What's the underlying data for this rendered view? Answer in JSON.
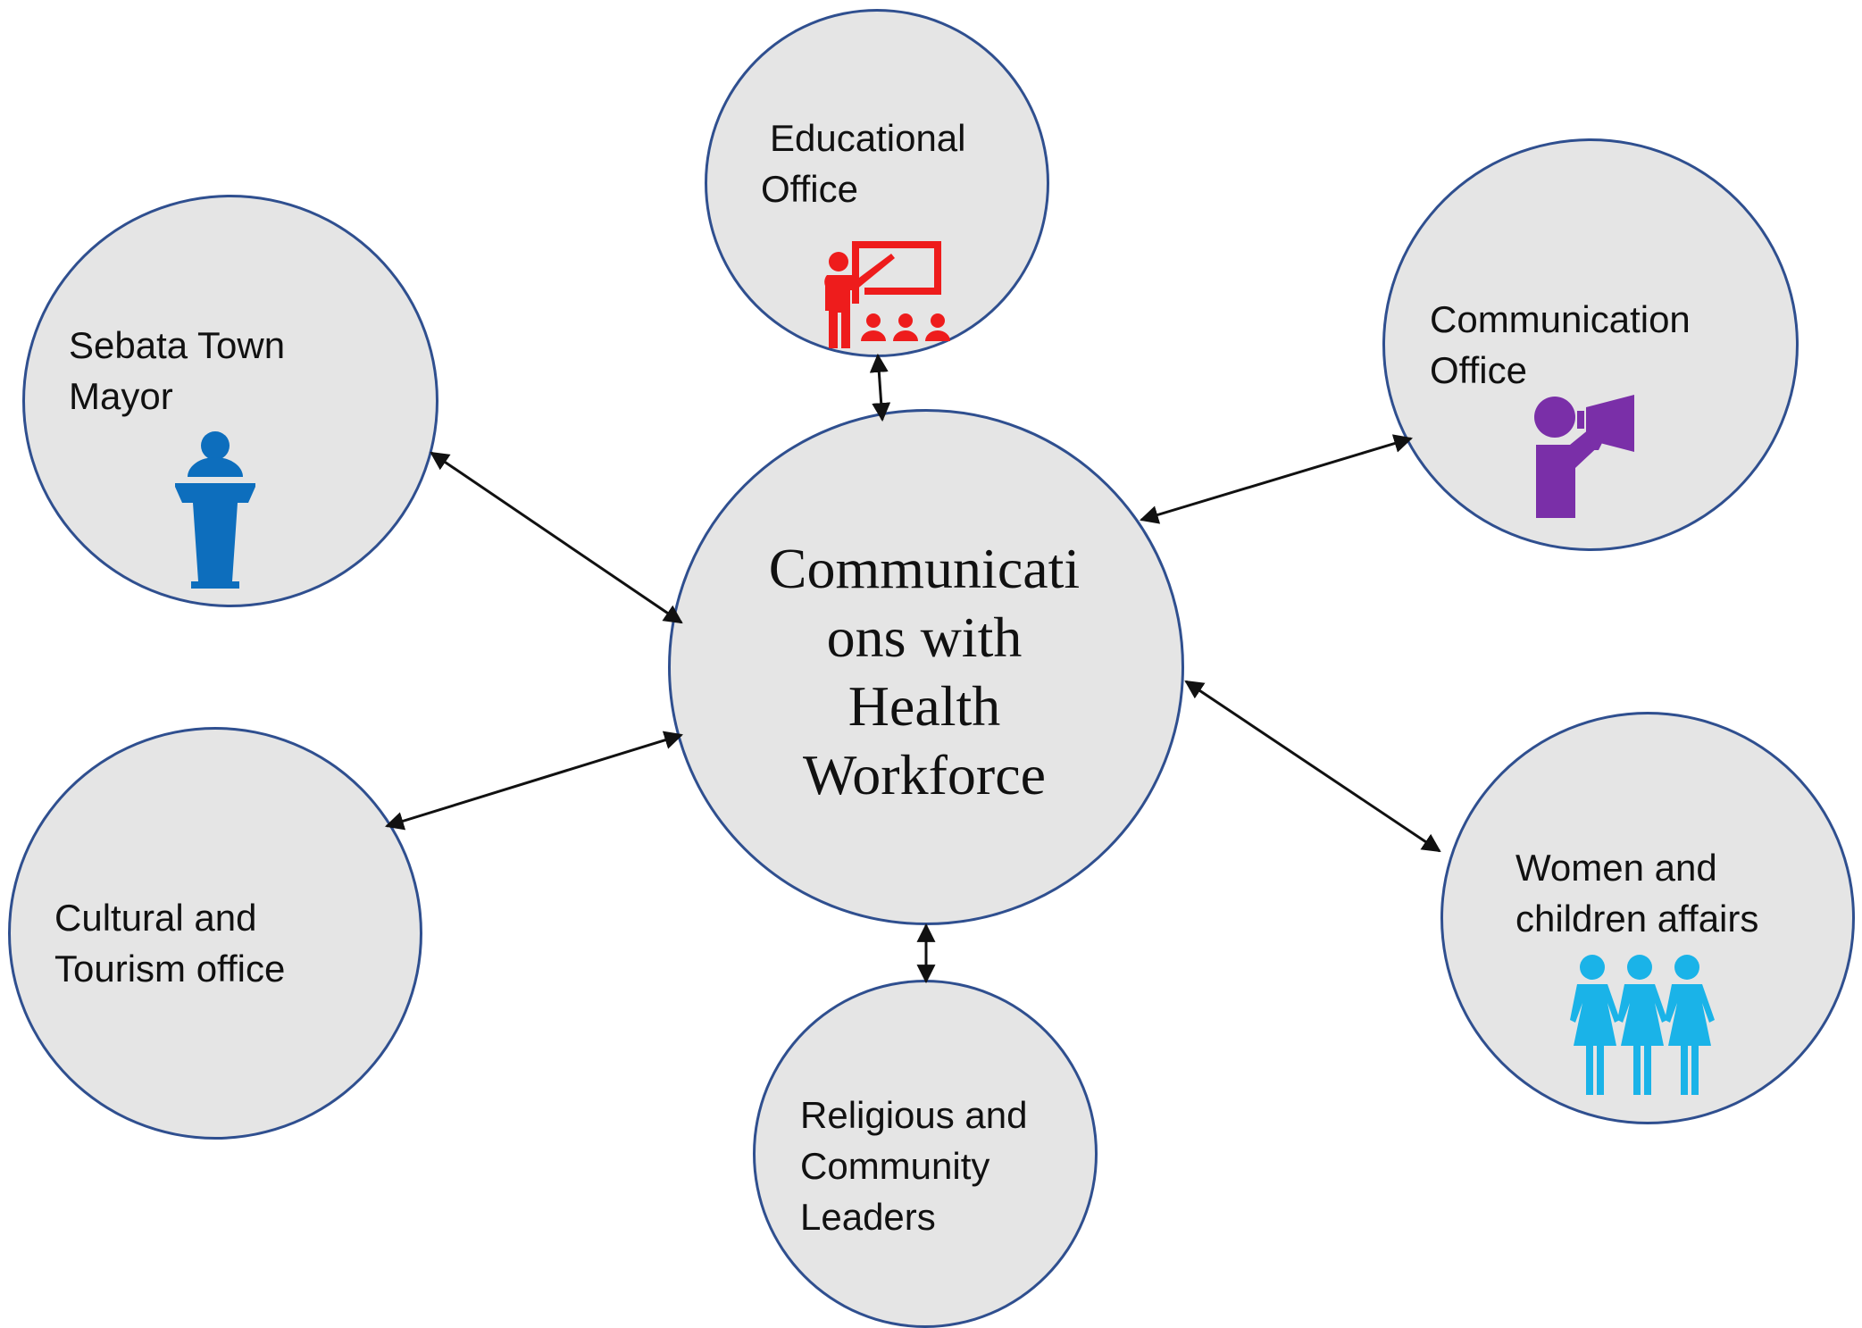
{
  "center": {
    "lines": [
      "Communicati",
      "ons with",
      "Health",
      "Workforce"
    ]
  },
  "nodes": {
    "educational": {
      "lines": [
        "Educational",
        "Office"
      ],
      "icon": "teacher-presentation-icon",
      "icon_color": "#ee1c1c"
    },
    "mayor": {
      "lines": [
        "Sebata Town",
        "Mayor"
      ],
      "icon": "podium-speaker-icon",
      "icon_color": "#0d6ebd"
    },
    "communication": {
      "lines": [
        "Communication",
        "Office"
      ],
      "icon": "megaphone-person-icon",
      "icon_color": "#7a2fa8"
    },
    "cultural": {
      "lines": [
        "Cultural and",
        "Tourism office"
      ]
    },
    "women": {
      "lines": [
        "Women and",
        "children affairs"
      ],
      "icon": "women-group-icon",
      "icon_color": "#1ab3e8"
    },
    "religious": {
      "lines": [
        "Religious and",
        "Community",
        "Leaders"
      ]
    }
  },
  "colors": {
    "circle_fill": "#e5e5e5",
    "circle_border": "#2f4f8f",
    "arrow": "#111111"
  }
}
